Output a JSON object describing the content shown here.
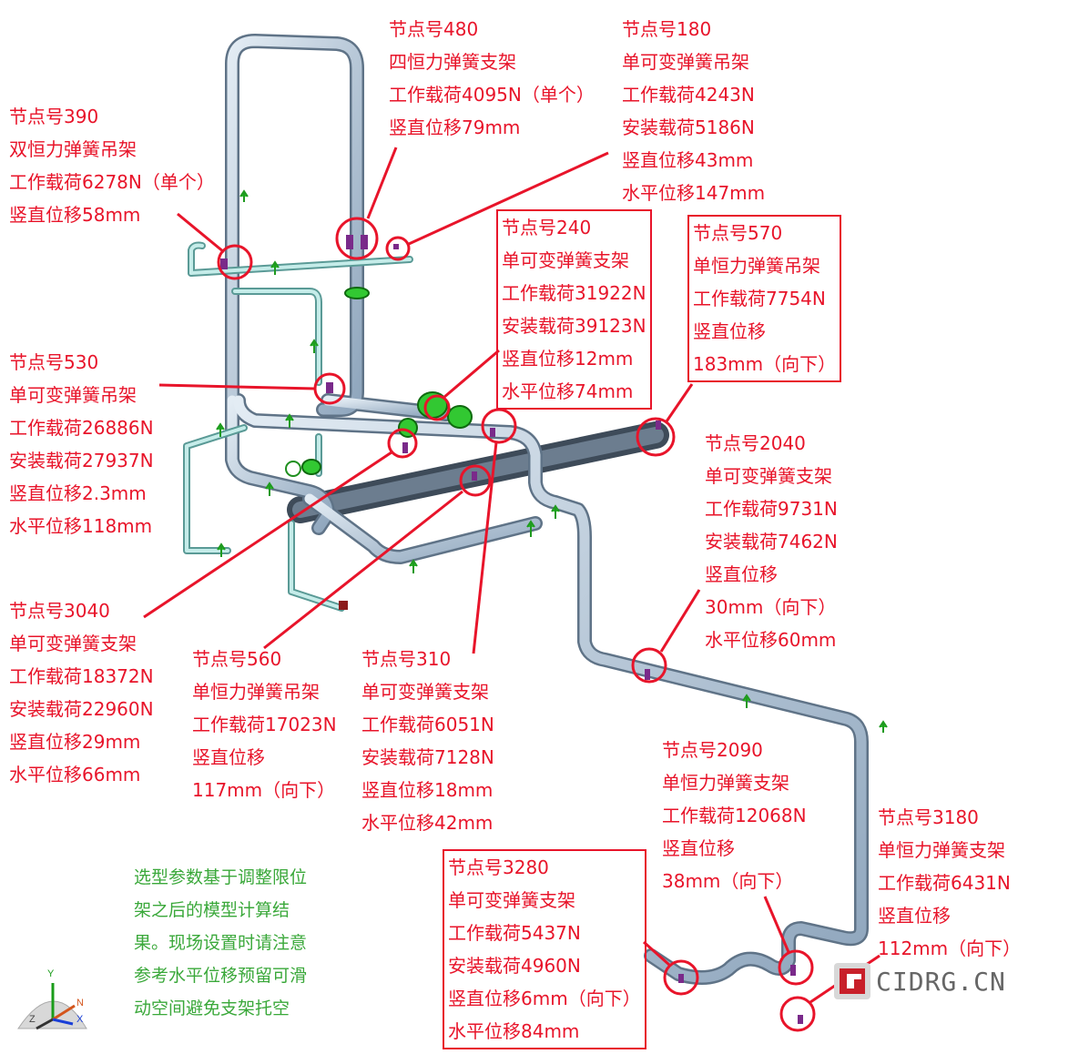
{
  "callouts": [
    {
      "id": "n480",
      "lines": [
        "节点号480",
        "四恒力弹簧支架",
        "工作载荷4095N（单个）",
        "竖直位移79mm"
      ]
    },
    {
      "id": "n180",
      "lines": [
        "节点号180",
        "单可变弹簧吊架",
        "工作载荷4243N",
        "安装载荷5186N",
        "竖直位移43mm",
        "水平位移147mm"
      ]
    },
    {
      "id": "n390",
      "lines": [
        "节点号390",
        "双恒力弹簧吊架",
        "工作载荷6278N（单个）",
        "竖直位移58mm"
      ]
    },
    {
      "id": "n240",
      "lines": [
        "节点号240",
        "单可变弹簧支架",
        "工作载荷31922N",
        "安装载荷39123N",
        "竖直位移12mm",
        "水平位移74mm"
      ]
    },
    {
      "id": "n570",
      "lines": [
        "节点号570",
        "单恒力弹簧吊架",
        "工作载荷7754N",
        "竖直位移",
        "183mm（向下）"
      ]
    },
    {
      "id": "n530",
      "lines": [
        "节点号530",
        "单可变弹簧吊架",
        "工作载荷26886N",
        "安装载荷27937N",
        "竖直位移2.3mm",
        "水平位移118mm"
      ]
    },
    {
      "id": "n2040",
      "lines": [
        "节点号2040",
        "单可变弹簧支架",
        "工作载荷9731N",
        "安装载荷7462N",
        "竖直位移",
        "30mm（向下）",
        "水平位移60mm"
      ]
    },
    {
      "id": "n3040",
      "lines": [
        "节点号3040",
        "单可变弹簧支架",
        "工作载荷18372N",
        "安装载荷22960N",
        "竖直位移29mm",
        "水平位移66mm"
      ]
    },
    {
      "id": "n560",
      "lines": [
        "节点号560",
        "单恒力弹簧吊架",
        "工作载荷17023N",
        "竖直位移",
        "117mm（向下）"
      ]
    },
    {
      "id": "n310",
      "lines": [
        "节点号310",
        "单可变弹簧支架",
        "工作载荷6051N",
        "安装载荷7128N",
        "竖直位移18mm",
        "水平位移42mm"
      ]
    },
    {
      "id": "n2090",
      "lines": [
        "节点号2090",
        "单恒力弹簧支架",
        "工作载荷12068N",
        "竖直位移",
        "38mm（向下）"
      ]
    },
    {
      "id": "n3180",
      "lines": [
        "节点号3180",
        "单恒力弹簧支架",
        "工作载荷6431N",
        "竖直位移",
        "112mm（向下）"
      ]
    },
    {
      "id": "n3280",
      "lines": [
        "节点号3280",
        "单可变弹簧支架",
        "工作载荷5437N",
        "安装载荷4960N",
        "竖直位移6mm（向下）",
        "水平位移84mm"
      ]
    }
  ],
  "note": {
    "lines": [
      "选型参数基于调整限位",
      "架之后的模型计算结",
      "果。现场设置时请注意",
      "参考水平位移预留可滑",
      "动空间避免支架托空"
    ]
  },
  "axes": {
    "y": "Y",
    "n": "N",
    "z": "Z",
    "x": "X"
  },
  "logo": {
    "text": "CIDRG.CN"
  },
  "colors": {
    "annotation": "#e8142a",
    "note": "#3aa83a",
    "pipe": "#a9bdd0",
    "pipe_small": "#bfe6e3",
    "pipe_dark": "#5c6a7a",
    "support": "#2bb52b",
    "hanger": "#7a2a8a"
  }
}
